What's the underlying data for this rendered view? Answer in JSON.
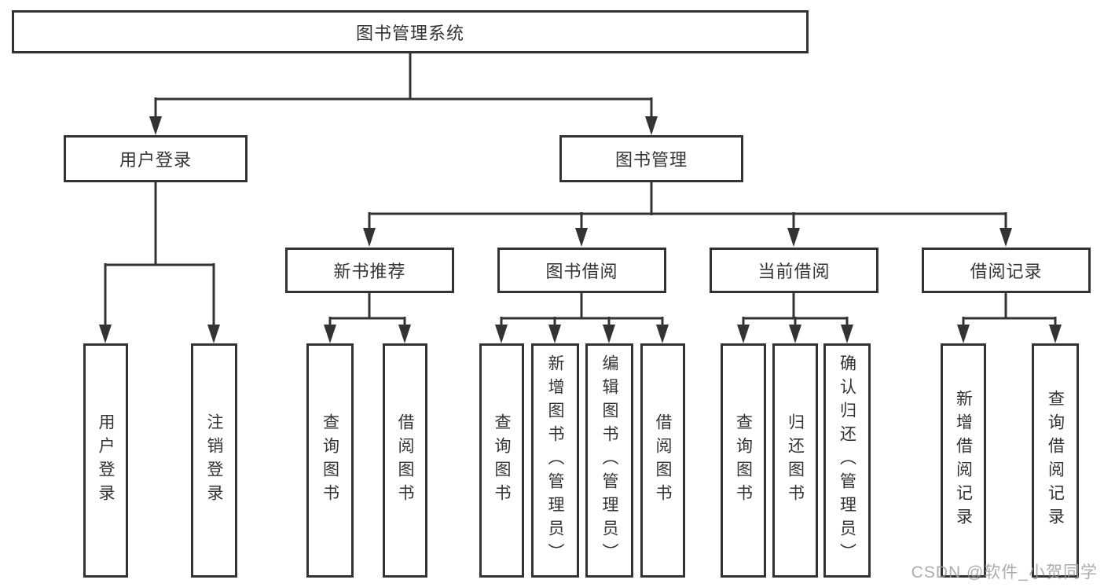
{
  "tree": {
    "label": "图书管理系统",
    "children": [
      {
        "label": "用户登录",
        "children": [
          {
            "label": "用户登录"
          },
          {
            "label": "注销登录"
          }
        ]
      },
      {
        "label": "图书管理",
        "children": [
          {
            "label": "新书推荐",
            "children": [
              {
                "label": "查询图书"
              },
              {
                "label": "借阅图书"
              }
            ]
          },
          {
            "label": "图书借阅",
            "children": [
              {
                "label": "查询图书"
              },
              {
                "label": "新增图书（管理员）"
              },
              {
                "label": "编辑图书（管理员）"
              },
              {
                "label": "借阅图书"
              }
            ]
          },
          {
            "label": "当前借阅",
            "children": [
              {
                "label": "查询图书"
              },
              {
                "label": "归还图书"
              },
              {
                "label": "确认归还（管理员）"
              }
            ]
          },
          {
            "label": "借阅记录",
            "children": [
              {
                "label": "新增借阅记录"
              },
              {
                "label": "查询借阅记录"
              }
            ]
          }
        ]
      }
    ]
  },
  "watermark": {
    "text": "CSDN @软件_小贺同学"
  },
  "colors": {
    "line": "#333333",
    "box_border": "#333333",
    "background": "#ffffff",
    "watermark": "#9e9e9e"
  }
}
